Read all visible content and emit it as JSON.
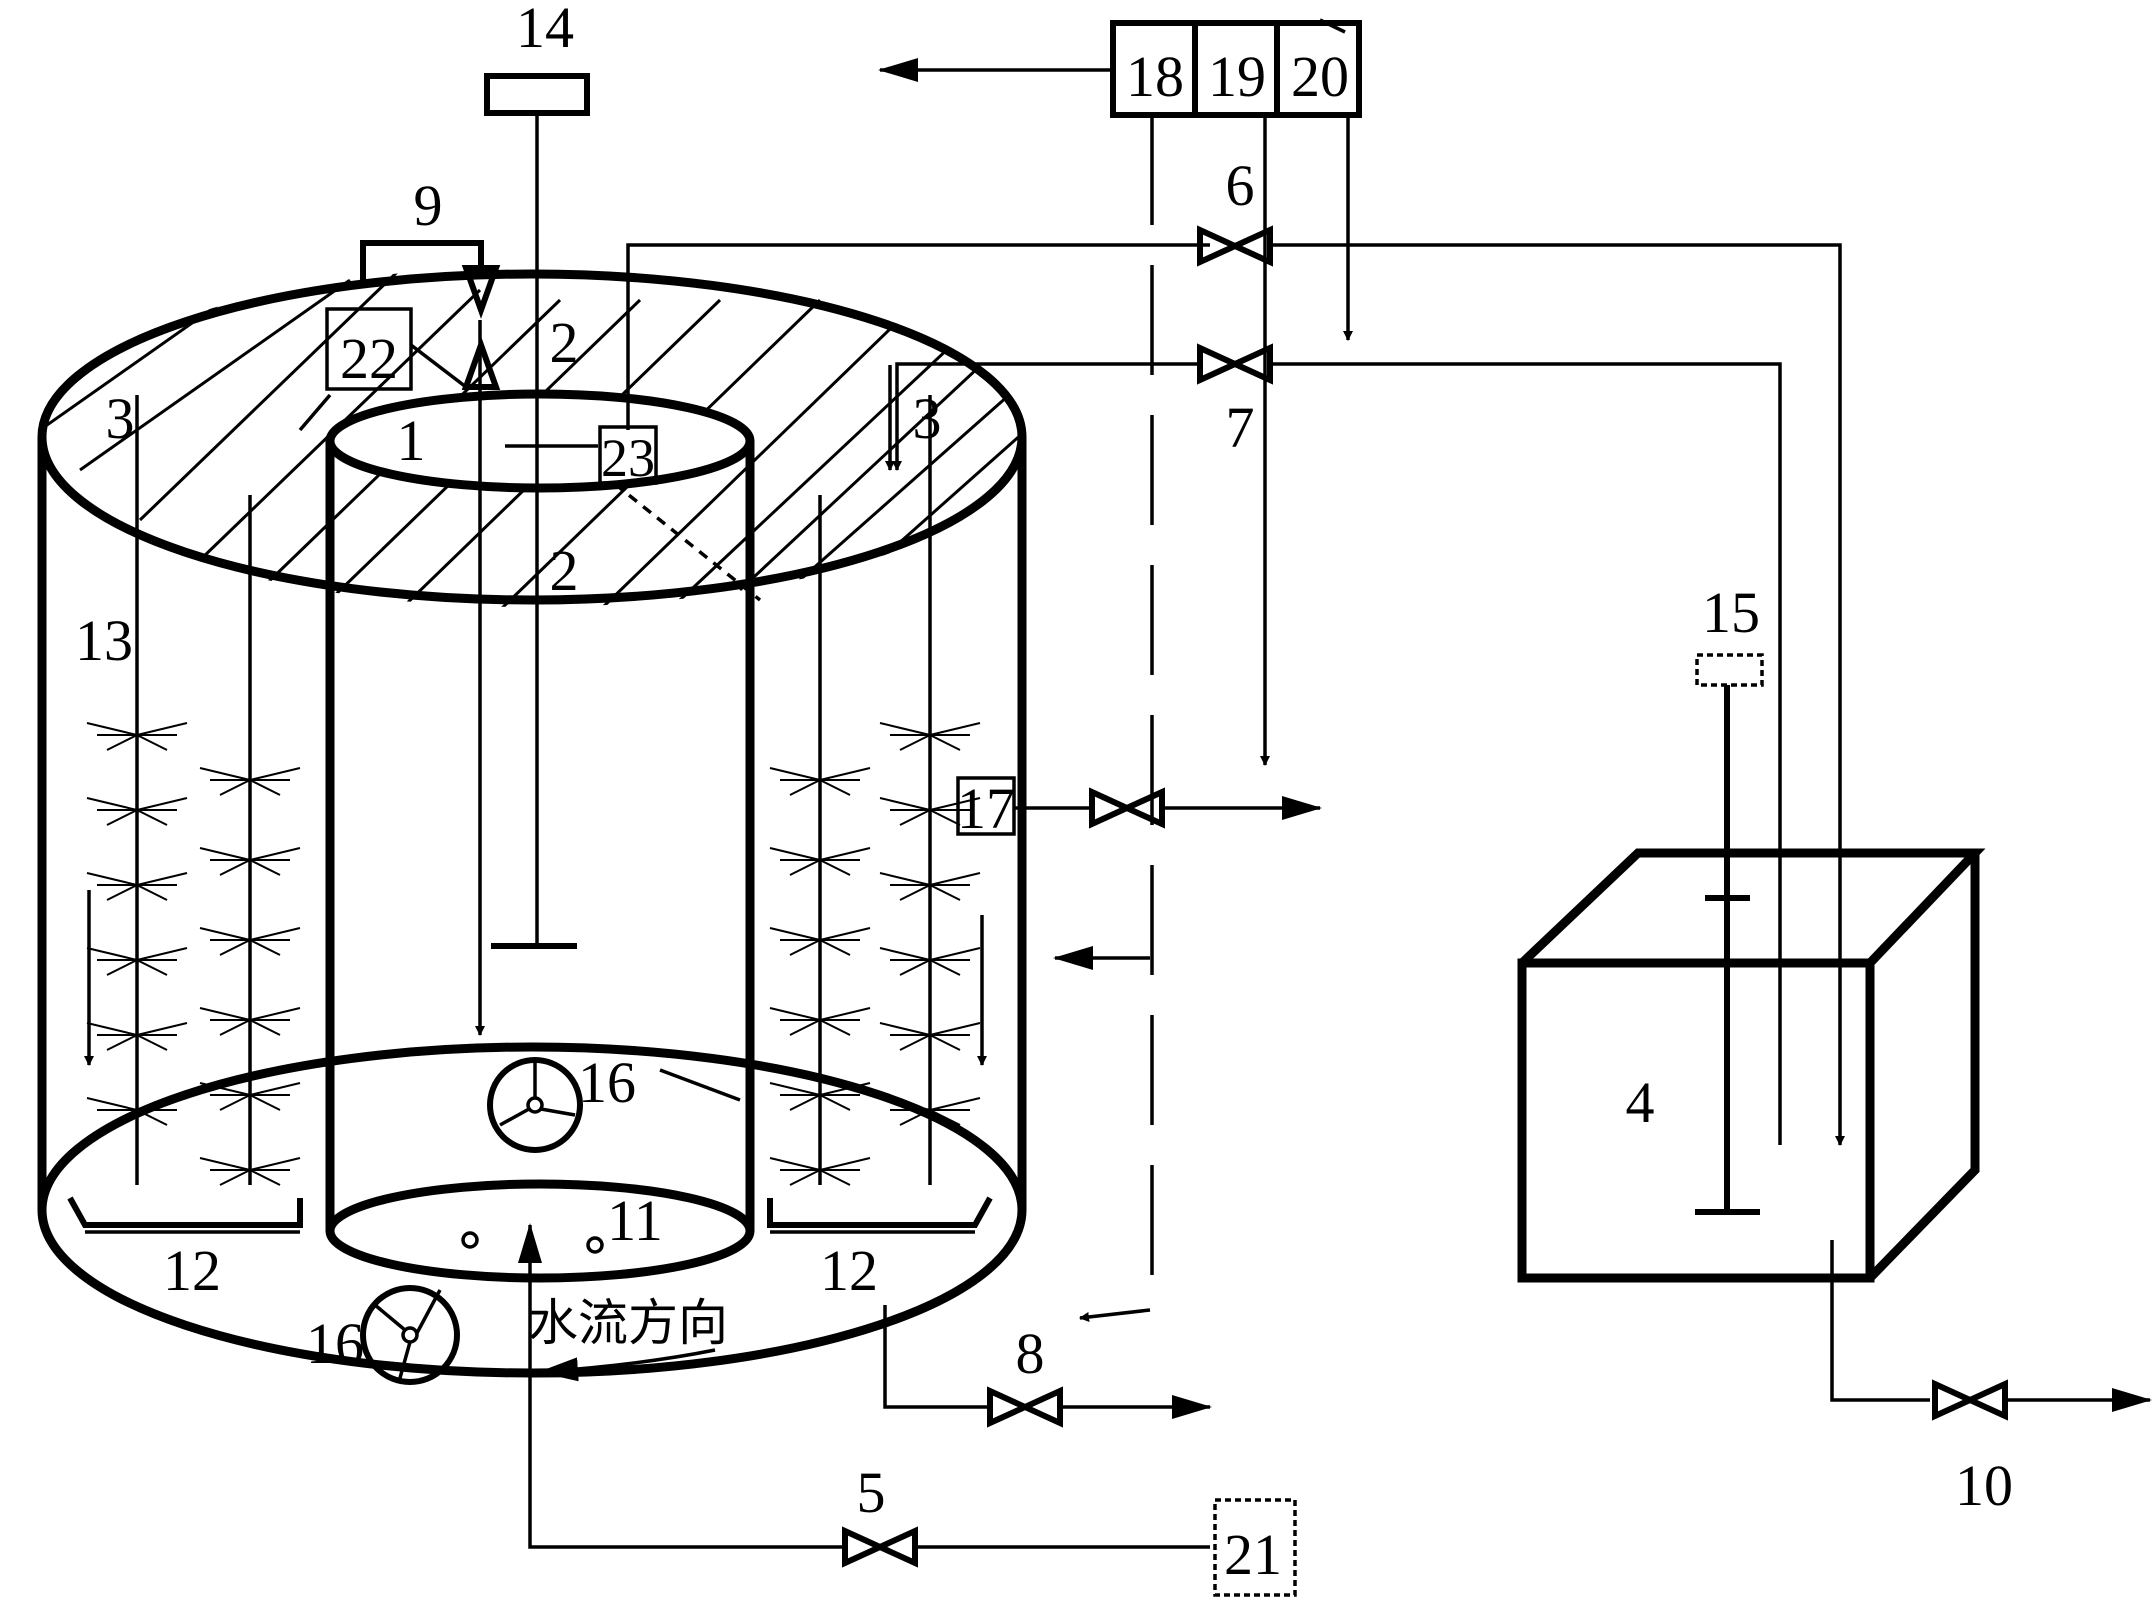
{
  "labels": {
    "n1": "1",
    "n2a": "2",
    "n2b": "2",
    "n3a": "3",
    "n3b": "3",
    "n4": "4",
    "n5": "5",
    "n6": "6",
    "n7": "7",
    "n8": "8",
    "n9": "9",
    "n10": "10",
    "n11": "11",
    "n12a": "12",
    "n12b": "12",
    "n13": "13",
    "n14": "14",
    "n15": "15",
    "n16a": "16",
    "n16b": "16",
    "n17": "17",
    "n18": "18",
    "n19": "19",
    "n20": "20",
    "n21": "21",
    "n22": "22",
    "n23": "23"
  },
  "flow_label": "水流方向",
  "colors": {
    "ink": "#000000",
    "background": "#ffffff"
  }
}
